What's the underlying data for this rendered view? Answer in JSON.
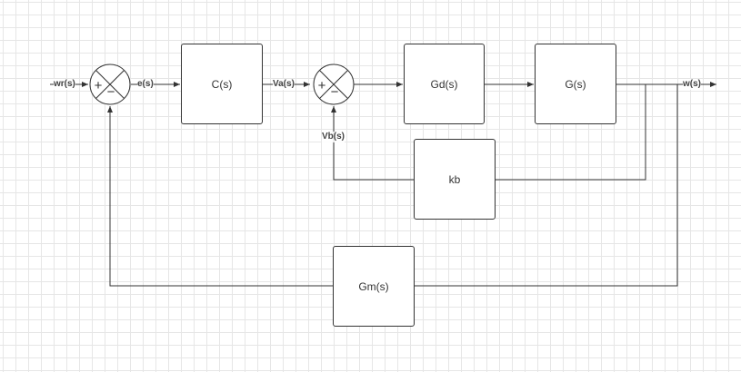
{
  "blocks": {
    "controller": "C(s)",
    "drive": "Gd(s)",
    "plant": "G(s)",
    "inner_feedback": "kb",
    "measurement": "Gm(s)"
  },
  "signals": {
    "reference": "wr(s)",
    "error": "e(s)",
    "control_voltage": "Va(s)",
    "feedback_voltage": "Vb(s)",
    "output": "w(s)"
  },
  "summing_junctions": {
    "plus_sign": "+",
    "minus_sign": "−"
  }
}
